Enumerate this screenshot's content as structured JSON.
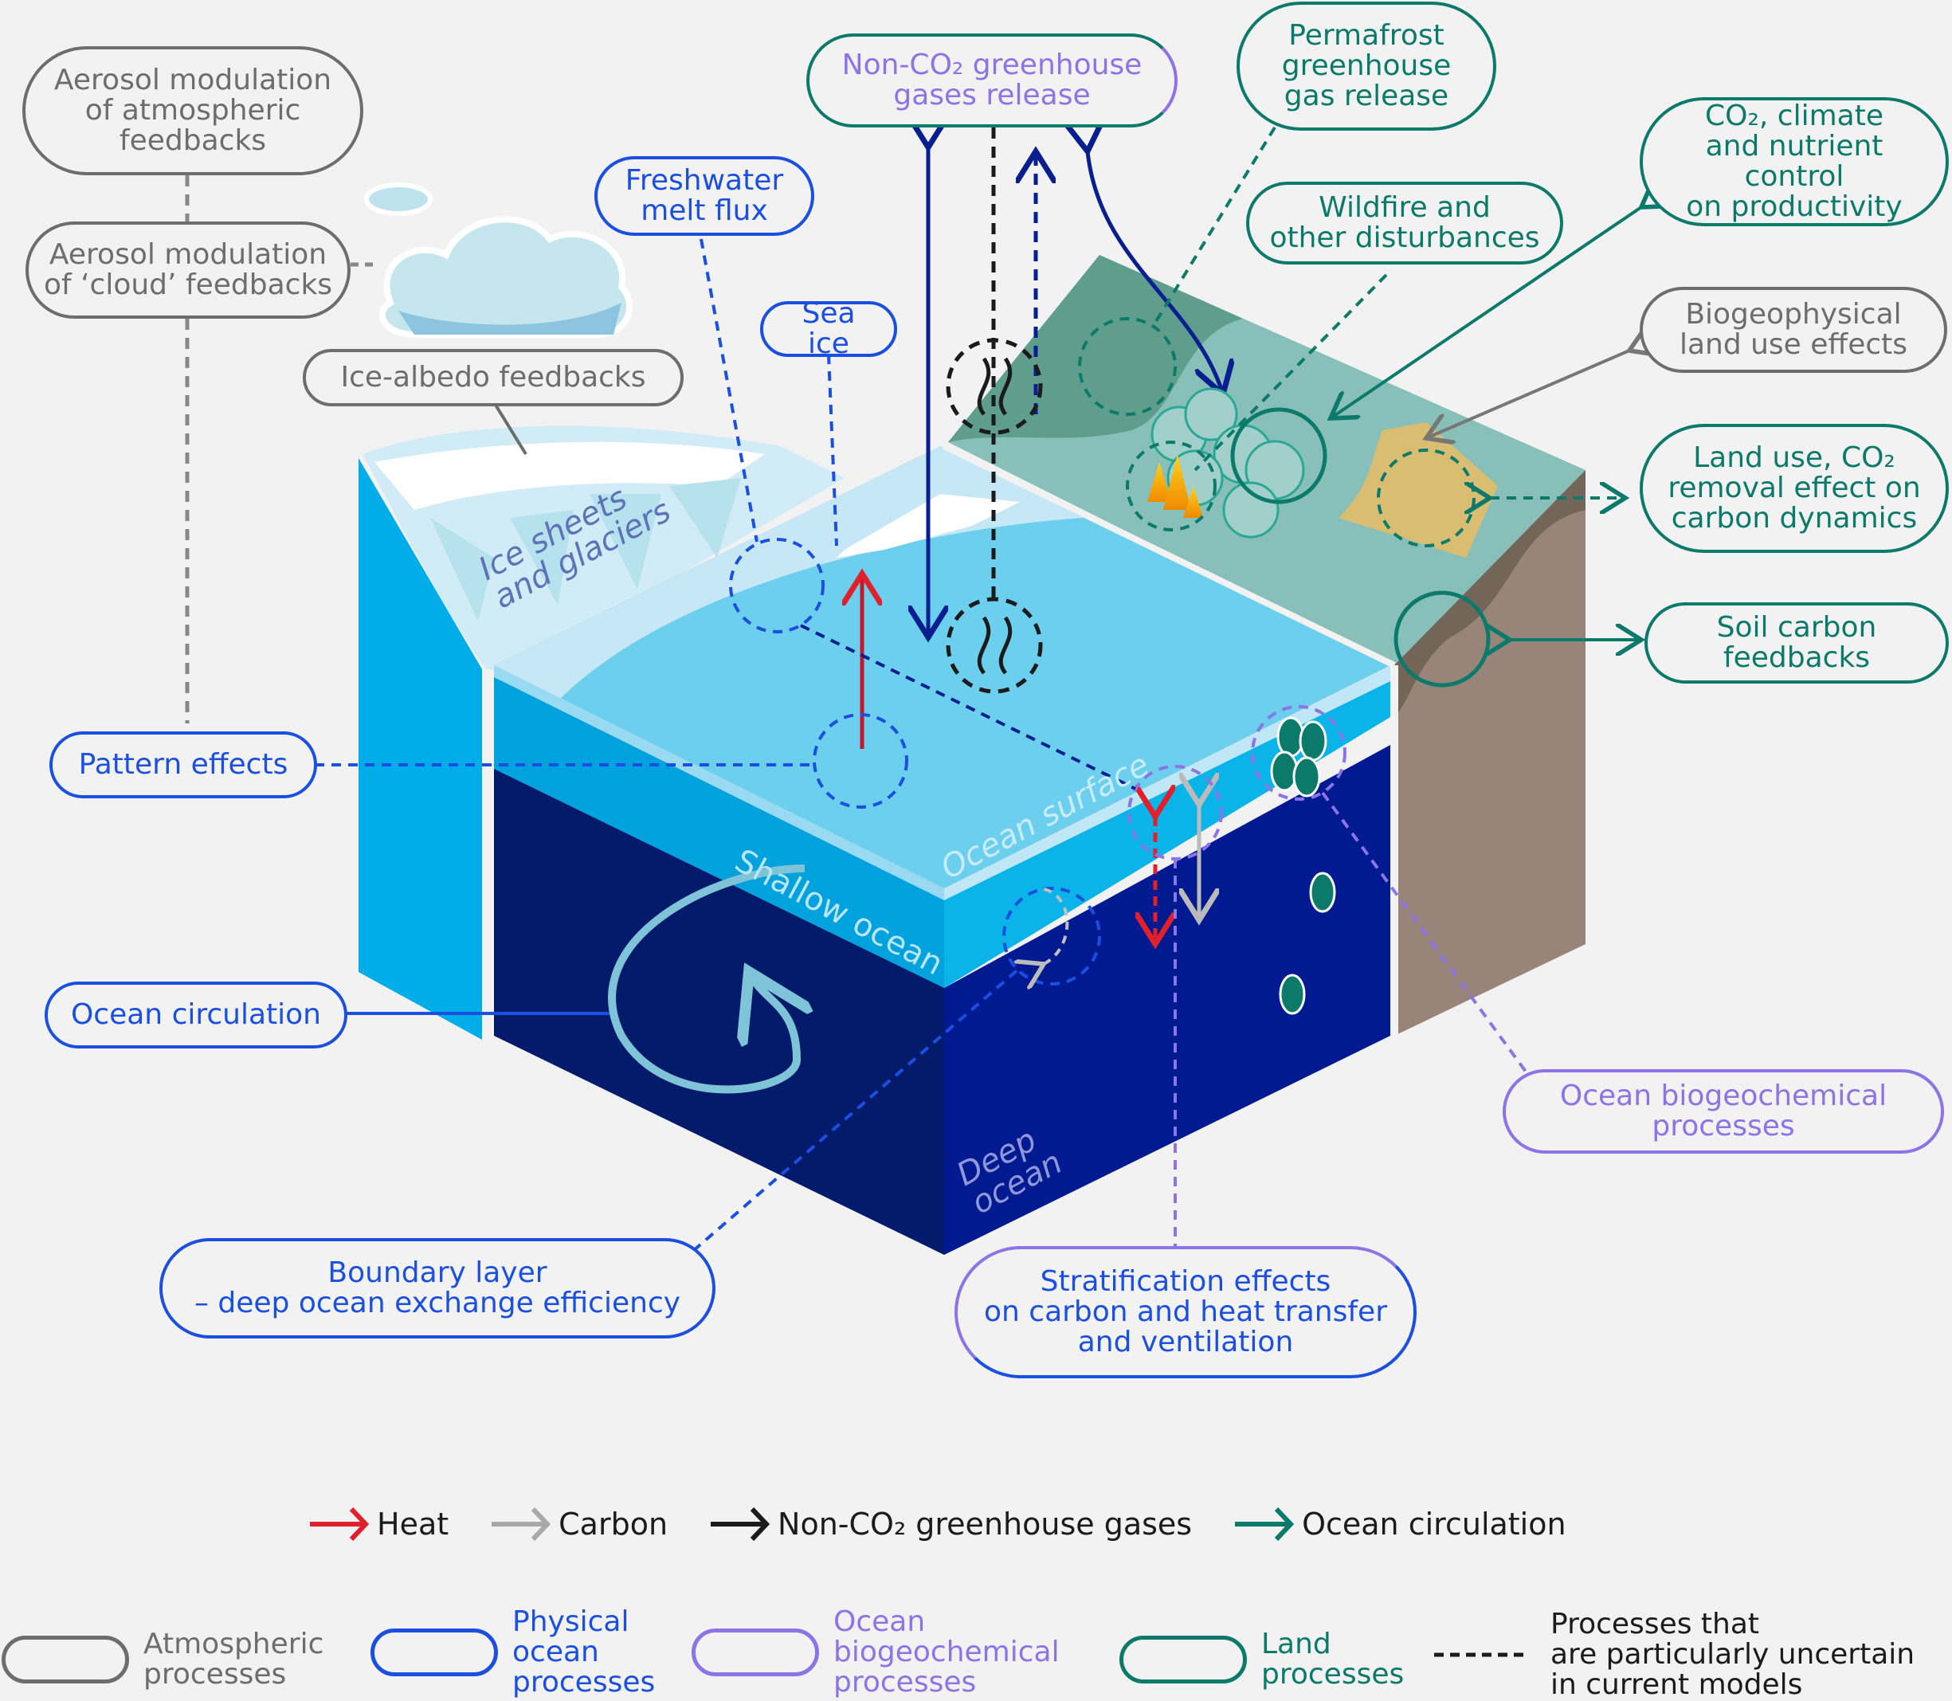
{
  "diagram": {
    "colors": {
      "atmospheric": "#6d6d6d",
      "physical_ocean": "#1a4fe0",
      "ocean_biogeochemical": "#8b74e6",
      "land": "#0c7a6a",
      "heat_arrow": "#e0202a",
      "carbon_arrow": "#a9a9a9",
      "non_co2_arrow": "#1b1b1b",
      "ocean_circulation_arrow": "#0c7a6a"
    },
    "scene_labels": {
      "ice_sheets": "Ice sheets\nand glaciers",
      "ocean_surface": "Ocean surface",
      "shallow_ocean": "Shallow ocean",
      "deep_ocean": "Deep\nocean"
    },
    "callouts": {
      "aerosol_atmospheric": "Aerosol modulation\nof atmospheric\nfeedbacks",
      "aerosol_cloud": "Aerosol modulation\nof ‘cloud’ feedbacks",
      "ice_albedo": "Ice-albedo feedbacks",
      "freshwater": "Freshwater\nmelt flux",
      "sea_ice": "Sea ice",
      "non_co2_release": "Non-CO₂ greenhouse\ngases release",
      "permafrost": "Permafrost\ngreenhouse\ngas release",
      "wildfire": "Wildfire and\nother disturbances",
      "co2_climate_nutrient": "CO₂, climate\nand nutrient control\non productivity",
      "biogeophysical": "Biogeophysical\nland use effects",
      "land_use_cdr": "Land use, CO₂\nremoval effect on\ncarbon dynamics",
      "soil_carbon": "Soil carbon\nfeedbacks",
      "pattern_effects": "Pattern effects",
      "ocean_circulation": "Ocean circulation",
      "ocean_biogeochemical": "Ocean biogeochemical\nprocesses",
      "boundary_layer": "Boundary layer\n– deep ocean exchange efficiency",
      "stratification": "Stratification effects\non carbon and heat transfer\nand ventilation"
    }
  },
  "legend": {
    "arrows": [
      {
        "label": "Heat",
        "color": "#e0202a"
      },
      {
        "label": "Carbon",
        "color": "#a9a9a9"
      },
      {
        "label": "Non-CO₂ greenhouse gases",
        "color": "#1b1b1b"
      },
      {
        "label": "Ocean circulation",
        "color": "#0c7a6a"
      }
    ],
    "categories": [
      {
        "label": "Atmospheric\nprocesses",
        "color": "#6d6d6d"
      },
      {
        "label": "Physical\nocean\nprocesses",
        "color": "#1a4fe0"
      },
      {
        "label": "Ocean\nbiogeochemical\nprocesses",
        "color": "#8b74e6"
      },
      {
        "label": "Land\nprocesses",
        "color": "#0c7a6a"
      }
    ],
    "uncertain": "Processes that\nare particularly uncertain\nin current models"
  }
}
